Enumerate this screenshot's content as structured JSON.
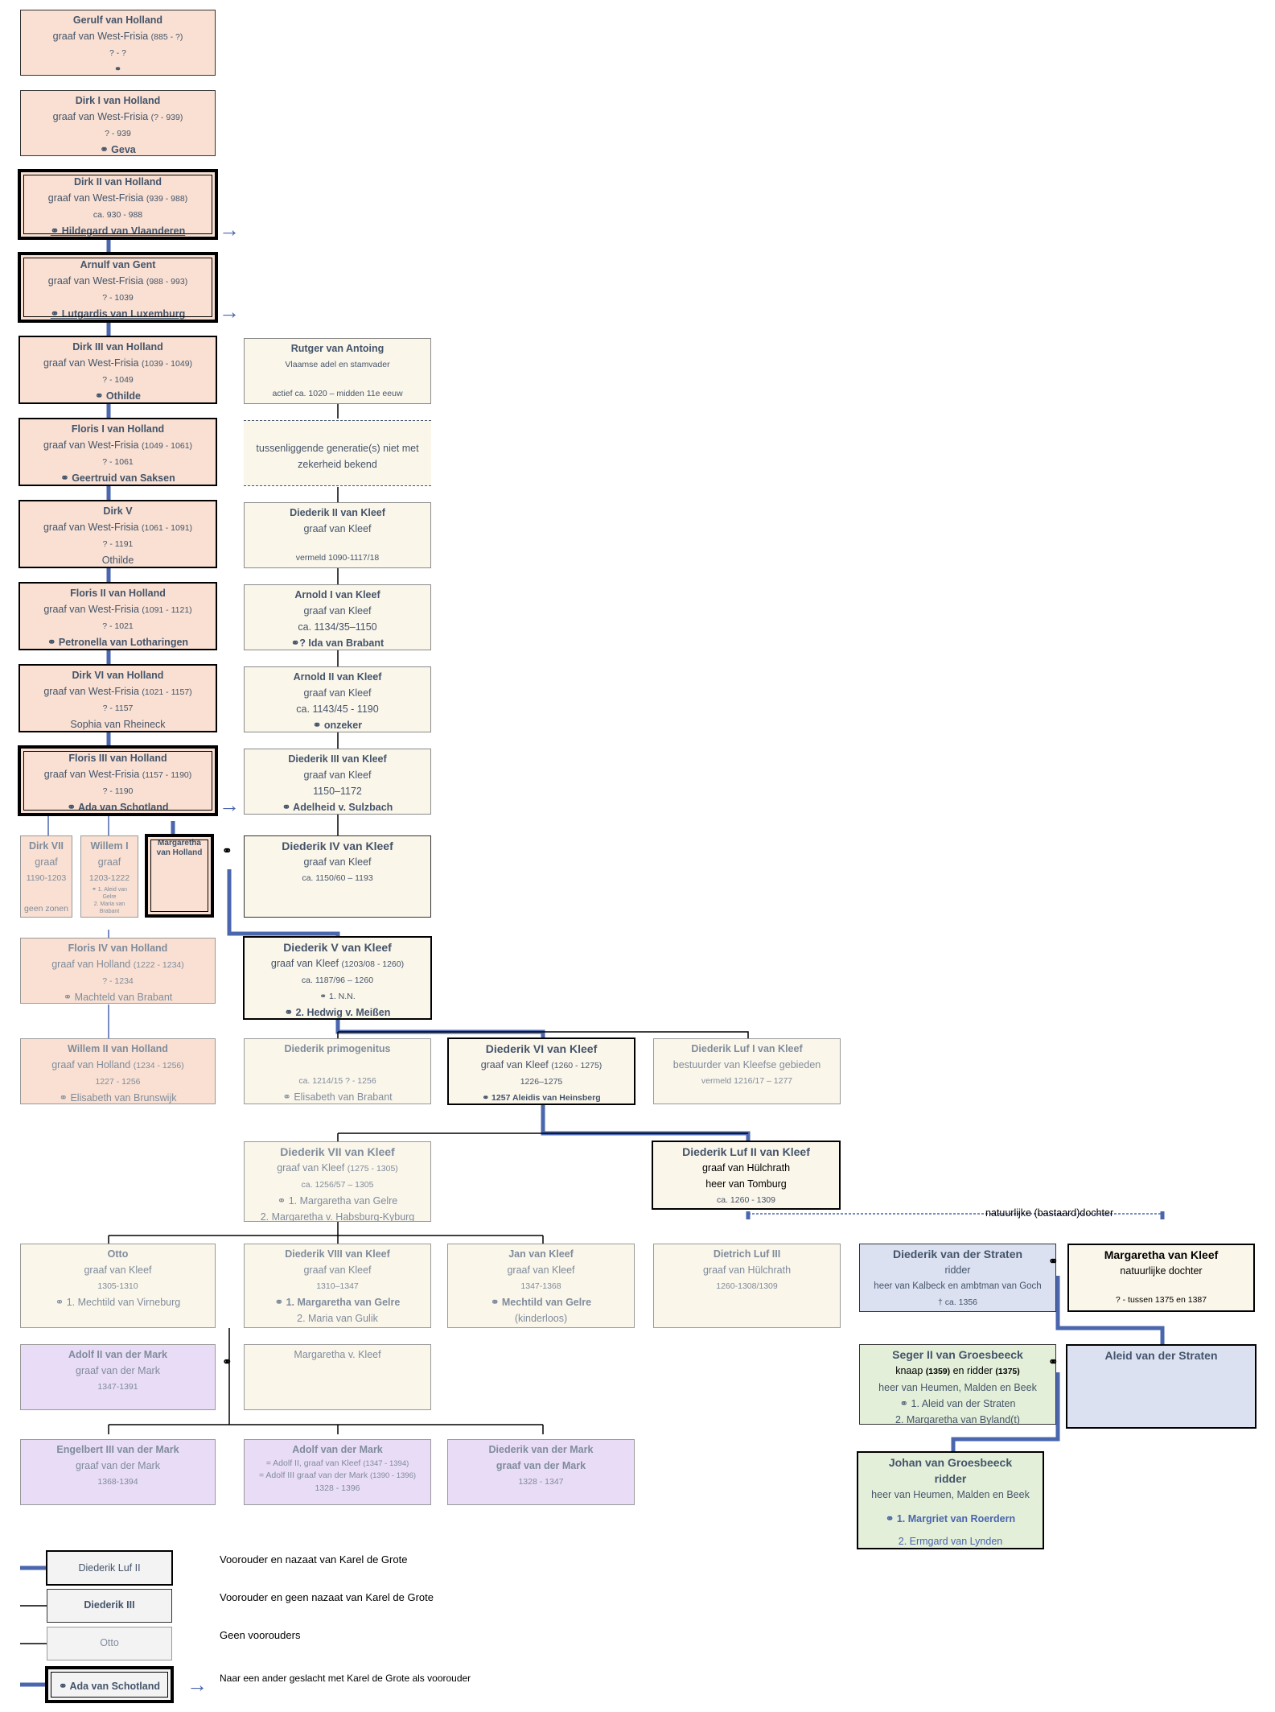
{
  "people": {
    "gerulf": {
      "name": "Gerulf van Holland",
      "title": "graaf van West-Frisia",
      "reign": "(885 - ?)",
      "dates": "? - ?",
      "spouse": "⚭"
    },
    "dirk1": {
      "name": "Dirk I van Holland",
      "title": "graaf van West-Frisia",
      "reign": "(? - 939)",
      "dates": "? - 939",
      "spouse": "⚭ Geva"
    },
    "dirk2": {
      "name": "Dirk II van Holland",
      "title": "graaf van West-Frisia",
      "reign": "(939 - 988)",
      "dates": "ca. 930 - 988",
      "spouse": "⚭ Hildegard van Vlaanderen"
    },
    "arnulf": {
      "name": "Arnulf van Gent",
      "title": "graaf van West-Frisia",
      "reign": "(988 - 993)",
      "dates": "? - 1039",
      "spouse": "⚭ Lutgardis van Luxemburg"
    },
    "dirk3": {
      "name": "Dirk III van Holland",
      "title": "graaf van West-Frisia",
      "reign": "(1039 - 1049)",
      "dates": "? - 1049",
      "spouse": "⚭ Othilde"
    },
    "floris1": {
      "name": "Floris I van Holland",
      "title": "graaf van West-Frisia",
      "reign": "(1049 - 1061)",
      "dates": "? - 1061",
      "spouse": "⚭ Geertruid van Saksen"
    },
    "dirk5": {
      "name": "Dirk V",
      "title": "graaf van West-Frisia",
      "reign": "(1061 - 1091)",
      "dates": "? - 1191",
      "spouse": "Othilde"
    },
    "floris2": {
      "name": "Floris II van Holland",
      "title": "graaf van West-Frisia",
      "reign": "(1091 - 1121)",
      "dates": "? - 1021",
      "spouse": "⚭ Petronella van Lotharingen"
    },
    "dirk6": {
      "name": "Dirk VI van Holland",
      "title": "graaf van West-Frisia",
      "reign": "(1021 - 1157)",
      "dates": "? - 1157",
      "spouse": "Sophia van Rheineck"
    },
    "floris3": {
      "name": "Floris III van Holland",
      "title": "graaf van West-Frisia",
      "reign": "(1157 - 1190)",
      "dates": "? - 1190",
      "spouse": "⚭ Ada van Schotland"
    },
    "dirk7": {
      "name": "Dirk VII",
      "title": "graaf",
      "dates": "1190-1203",
      "extra": "geen zonen"
    },
    "willem1": {
      "name": "Willem I",
      "title": "graaf",
      "dates": "1203-1222",
      "s1": "⚭ 1. Aleid van",
      "s2": "Gelre",
      "s3": "2. Maria van",
      "s4": "Brabant"
    },
    "margaretha": {
      "name1": "Margaretha",
      "name2": "van Holland"
    },
    "floris4": {
      "name": "Floris IV van Holland",
      "title": "graaf van Holland",
      "reign": "(1222 - 1234)",
      "dates": "? - 1234",
      "spouse": "⚭ Machteld van Brabant"
    },
    "willem2": {
      "name": "Willem II van Holland",
      "title": "graaf van Holland",
      "reign": "(1234 - 1256)",
      "dates": "1227 - 1256",
      "spouse": "⚭ Elisabeth van Brunswijk"
    },
    "rutger": {
      "name": "Rutger van Antoing",
      "title": "Vlaamse adel en stamvader",
      "dates": "actief ca. 1020 – midden 11e eeuw"
    },
    "gap": {
      "l1": "tussenliggende generatie(s) niet met",
      "l2": "zekerheid bekend"
    },
    "died2": {
      "name": "Diederik II van Kleef",
      "title": "graaf van Kleef",
      "dates": "vermeld 1090-1117/18"
    },
    "arnold1": {
      "name": "Arnold I van Kleef",
      "title": "graaf van Kleef",
      "dates": "ca. 1134/35–1150",
      "spouse": "⚭? Ida van Brabant"
    },
    "arnold2": {
      "name": "Arnold II van Kleef",
      "title": "graaf van Kleef",
      "dates": "ca. 1143/45 - 1190",
      "spouse": "⚭ onzeker"
    },
    "died3": {
      "name": "Diederik III van Kleef",
      "title": "graaf van Kleef",
      "dates": "1150–1172",
      "spouse": "⚭ Adelheid v. Sulzbach"
    },
    "died4": {
      "name": "Diederik IV van Kleef",
      "title": "graaf van Kleef",
      "dates": "ca. 1150/60 – 1193"
    },
    "died5": {
      "name": "Diederik V van Kleef",
      "title": "graaf van Kleef",
      "reign": "(1203/08 - 1260)",
      "dates": "ca. 1187/96 – 1260",
      "s1": "⚭ 1. N.N.",
      "s2": "⚭ 2. Hedwig v. Meißen"
    },
    "primo": {
      "name": "Diederik primogenitus",
      "dates": "ca. 1214/15 ? - 1256",
      "spouse": "⚭ Elisabeth van Brabant"
    },
    "died6": {
      "name": "Diederik VI van Kleef",
      "title": "graaf van Kleef",
      "reign": "(1260 - 1275)",
      "dates": "1226–1275",
      "spouse": "⚭ 1257 Aleidis van Heinsberg"
    },
    "luf1": {
      "name": "Diederik Luf I van Kleef",
      "title": "bestuurder van Kleefse gebieden",
      "dates": "vermeld 1216/17 – 1277"
    },
    "died7": {
      "name": "Diederik VII van Kleef",
      "title": "graaf van Kleef",
      "reign": "(1275 - 1305)",
      "dates": "ca. 1256/57 – 1305",
      "s1": "⚭ 1. Margaretha van Gelre",
      "s2": "2. Margaretha v. Habsburg-Kyburg"
    },
    "luf2": {
      "name": "Diederik Luf II van Kleef",
      "title": "graaf van Hülchrath",
      "title2": "heer van Tomburg",
      "dates": "ca. 1260 - 1309"
    },
    "otto": {
      "name": "Otto",
      "title": "graaf van Kleef",
      "dates": "1305-1310",
      "spouse": "⚭ 1. Mechtild van Virneburg"
    },
    "died8": {
      "name": "Diederik VIII van Kleef",
      "title": "graaf van Kleef",
      "dates": "1310–1347",
      "s1": "⚭ 1. Margaretha van Gelre",
      "s2": "2. Maria van Gulik"
    },
    "jan": {
      "name": "Jan van Kleef",
      "title": "graaf van Kleef",
      "dates": "1347-1368",
      "s1": "⚭ Mechtild van Gelre",
      "s2": "(kinderloos)"
    },
    "dietrich": {
      "name": "Dietrich Luf III",
      "title": "graaf van Hülchrath",
      "dates": "1260-1308/1309"
    },
    "straten": {
      "name": "Diederik van der Straten",
      "title": "ridder",
      "title2": "heer van Kalbeck en ambtman van Goch",
      "dates": "† ca. 1356"
    },
    "margkleef": {
      "name": "Margaretha van Kleef",
      "title": "natuurlijke dochter",
      "dates": "? - tussen 1375 en 1387"
    },
    "adolf2": {
      "name": "Adolf II van der Mark",
      "title": "graaf van der Mark",
      "dates": "1347-1391"
    },
    "margk": {
      "name": "Margaretha v. Kleef"
    },
    "seger": {
      "name": "Seger II van Groesbeeck",
      "title_a": "knaap ",
      "year_a": "(1359)",
      "title_b": " en ridder ",
      "year_b": "(1375)",
      "title2": "heer van Heumen, Malden en Beek",
      "s1": "⚭ 1. Aleid van der Straten",
      "s2": "2. Margaretha van Byland(t)"
    },
    "aleid": {
      "name": "Aleid van der Straten"
    },
    "engelbert": {
      "name": "Engelbert III van der Mark",
      "title": "graaf van der Mark",
      "dates": "1368-1394"
    },
    "adolfm": {
      "name": "Adolf van der Mark",
      "s1": "= Adolf II, graaf van Kleef ",
      "r1": "(1347 - 1394)",
      "s2": "= Adolf III graaf van der Mark ",
      "r2": "(1390 - 1396)",
      "dates": "1328 - 1396"
    },
    "diedm": {
      "name": "Diederik van der Mark",
      "title": "graaf van der Mark",
      "dates": "1328 - 1347"
    },
    "johan": {
      "name": "Johan van Groesbeeck",
      "title": "ridder",
      "title2": "heer van Heumen, Malden en Beek",
      "s1": "⚭ 1. Margriet van Roerdern",
      "s2": "2. Ermgard van Lynden"
    }
  },
  "marriage_symbol": "⚭",
  "note_bastard": "natuurlijke (bastaard)dochter",
  "legend": {
    "b1": "Diederik Luf II",
    "t1": "Voorouder en nazaat van Karel de Grote",
    "b2": "Diederik III",
    "t2": "Voorouder en geen nazaat van Karel de Grote",
    "b3": "Otto",
    "t3": "Geen voorouders",
    "b4": "⚭ Ada van Schotland",
    "t4": "Naar een ander geslacht met Karel de Grote als voorouder"
  },
  "colors": {
    "line_blue": "#4a66ad",
    "text": "#44546a",
    "salmon": "#f9e0d2",
    "cream": "#fbf6ea",
    "lavender": "#e9dcf6",
    "blue": "#dbe1f1",
    "green": "#e3efd9"
  }
}
